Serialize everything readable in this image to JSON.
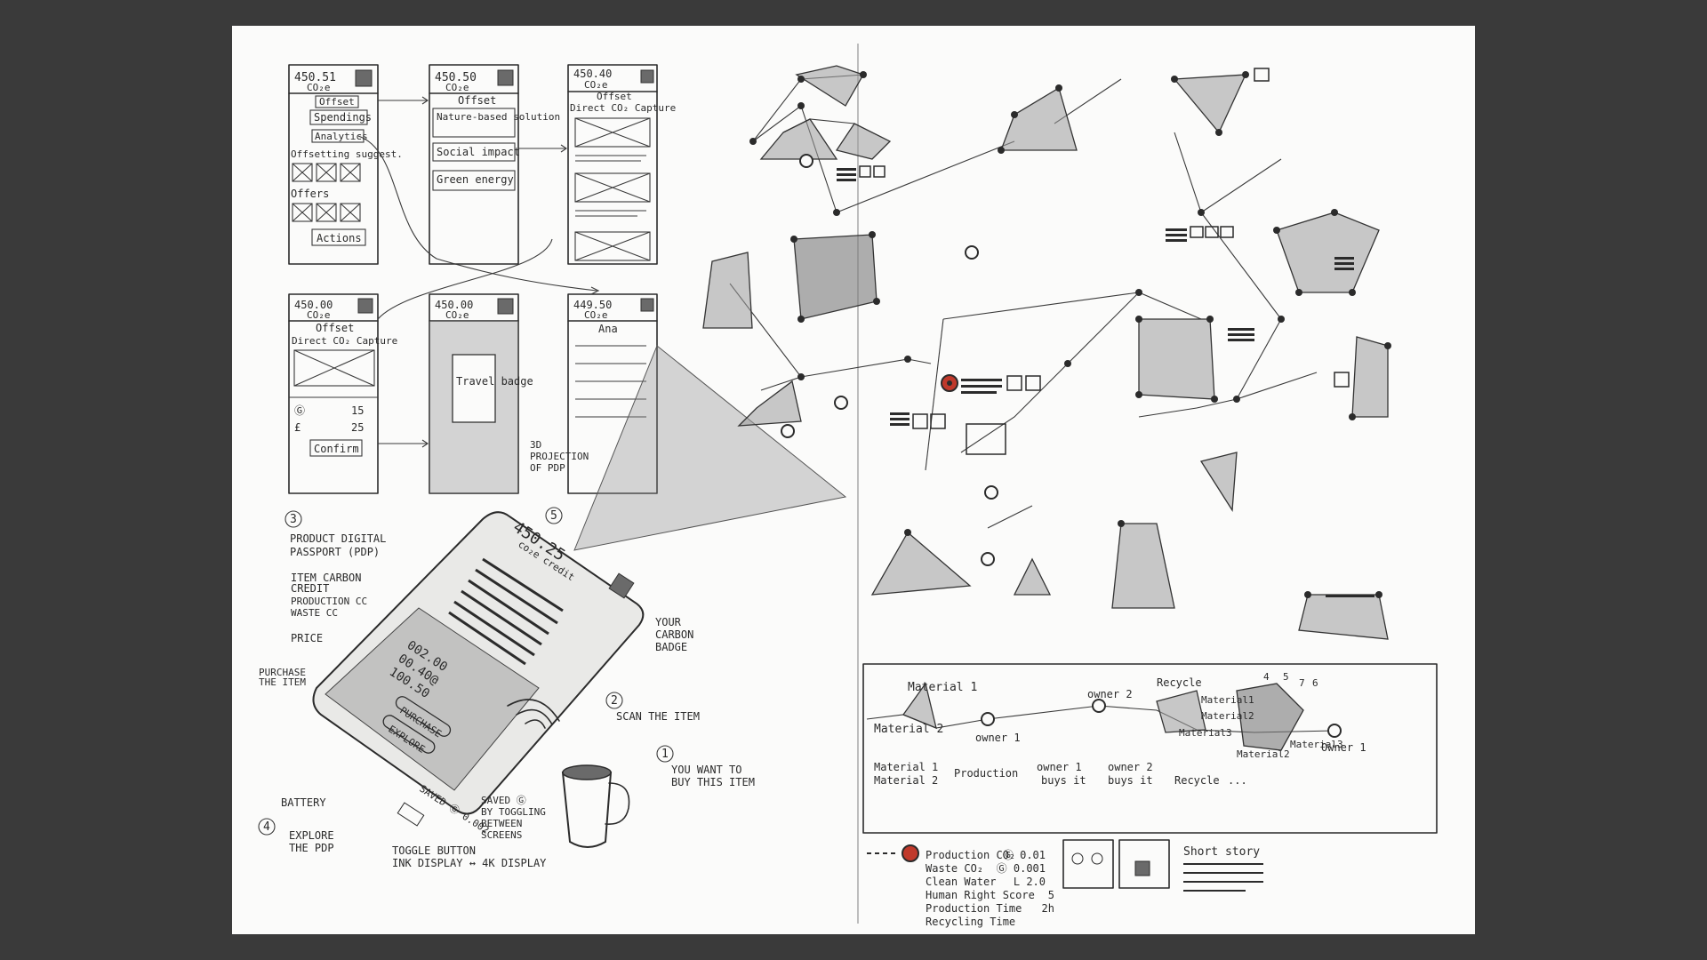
{
  "wireframes": {
    "screen1": {
      "value": "450.51",
      "unit": "CO₂e",
      "items": [
        "Offset",
        "Spendings",
        "Analytics"
      ],
      "offsetting": "Offsetting suggest.",
      "offers": "Offers",
      "actions": "Actions"
    },
    "screen2": {
      "value": "450.50",
      "unit": "CO₂e",
      "title": "Offset",
      "items": [
        "Nature-based solution",
        "Social impact",
        "Green energy"
      ]
    },
    "screen3": {
      "value": "450.40",
      "unit": "CO₂e",
      "title": "Offset",
      "subtitle": "Direct CO₂ Capture"
    },
    "screen4": {
      "value": "450.00",
      "unit": "CO₂e",
      "title": "Offset",
      "subtitle": "Direct CO₂ Capture",
      "row1": "15",
      "row2": "25",
      "row1_symbol": "Ⓖ",
      "row2_symbol": "£",
      "confirm": "Confirm"
    },
    "screen5": {
      "value": "450.00",
      "unit": "CO₂e",
      "badge": "Travel badge"
    },
    "screen6": {
      "value": "449.50",
      "unit": "CO₂e",
      "title": "Ana"
    }
  },
  "device": {
    "value": "450.25",
    "credit": "co₂e credit",
    "price_gc": "002.00",
    "production_cc": "00.40@",
    "waste_cc": "100.50",
    "purchase": "PURCHASE",
    "explore": "EXPLORE",
    "saved": "SAVED Ⓖ 0.002"
  },
  "annotations": {
    "n3": "3",
    "n5": "5",
    "n2": "2",
    "n1": "1",
    "n4": "4",
    "projection": [
      "3D",
      "PROJECTION",
      "OF PDP"
    ],
    "pdp": [
      "PRODUCT DIGITAL",
      "PASSPORT (PDP)"
    ],
    "carbon": [
      "ITEM CARBON",
      "CREDIT",
      "PRODUCTION CC",
      "WASTE CC"
    ],
    "price": "PRICE",
    "purchase_item": [
      "PURCHASE",
      "THE ITEM"
    ],
    "battery": "BATTERY",
    "explore_pdp": [
      "EXPLORE",
      "THE PDP"
    ],
    "toggle": [
      "TOGGLE BUTTON",
      "INK DISPLAY ↔ 4K DISPLAY"
    ],
    "saved": [
      "SAVED Ⓖ",
      "BY TOGGLING",
      "BETWEEN",
      "SCREENS"
    ],
    "badge": [
      "YOUR",
      "CARBON",
      "BADGE"
    ],
    "scan": "SCAN THE ITEM",
    "want": [
      "YOU WANT TO",
      "BUY THIS ITEM"
    ]
  },
  "lifecycle": {
    "material1": "Material 1",
    "material2": "Material 2",
    "owner1": "owner 1",
    "owner2": "owner 2",
    "recycle": "Recycle",
    "material1b": "Material1",
    "material2b": "Material2",
    "material3": "Material3",
    "material2c": "Material2",
    "material3c": "Material3",
    "owner1b": "Owner 1",
    "n4": "4",
    "n5": "5",
    "n7": "7",
    "n6": "6",
    "flow1": "Material 1",
    "flow2": "Material 2",
    "production": "Production",
    "owner1_buys": "owner 1",
    "buys1": "buys it",
    "owner2_buys": "owner 2",
    "buys2": "buys it",
    "recycle2": "Recycle",
    "dots": "..."
  },
  "details": {
    "rows": [
      {
        "label": "Production CO₂",
        "value": "Ⓖ 0.01"
      },
      {
        "label": "Waste CO₂",
        "value": "Ⓖ 0.001"
      },
      {
        "label": "Clean Water",
        "value": "L 2.0"
      },
      {
        "label": "Human Right Score",
        "value": "5"
      },
      {
        "label": "Production Time",
        "value": "2h"
      },
      {
        "label": "Recycling Time",
        "value": ""
      }
    ],
    "story": "Short story"
  },
  "colors": {
    "ink": "#2b2b2b",
    "paper": "#fbfbfa",
    "accent": "#c0392b",
    "frame": "#3a3a3a"
  }
}
